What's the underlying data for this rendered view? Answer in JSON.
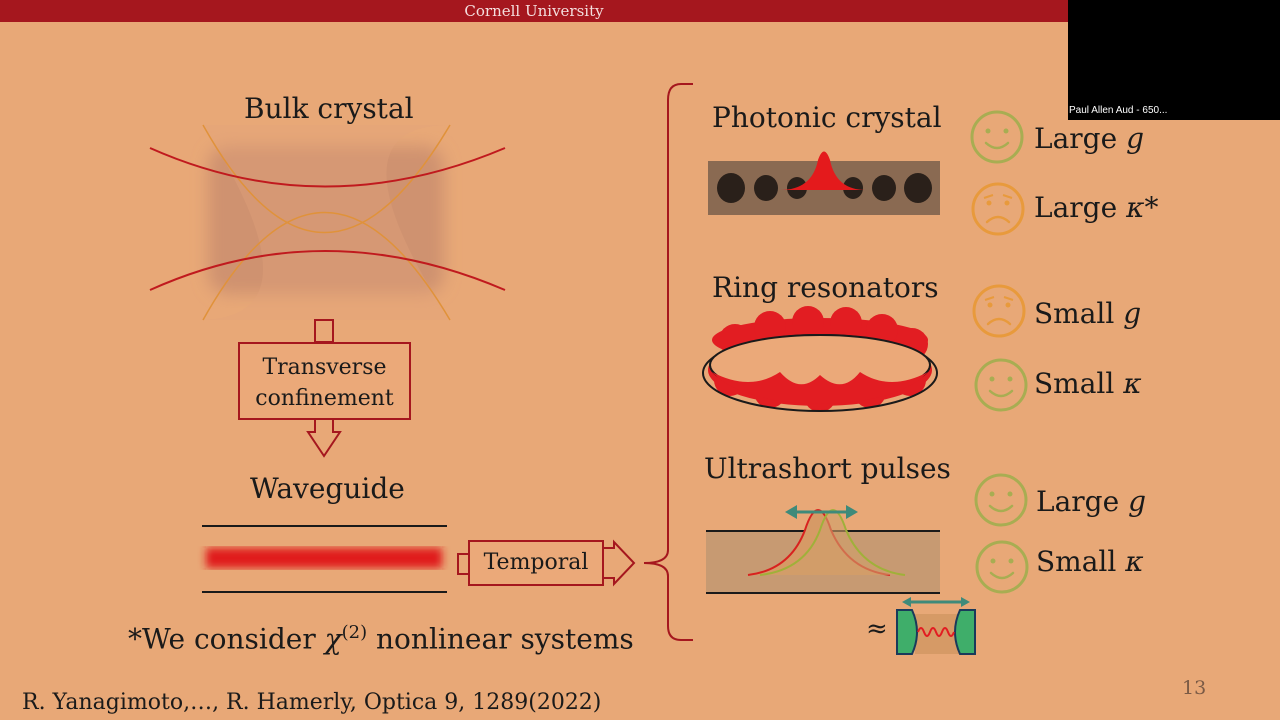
{
  "header": {
    "institution": "Cornell University"
  },
  "webcam": {
    "participant_label": "Paul Allen Aud - 650..."
  },
  "left": {
    "bulk_title": "Bulk crystal",
    "transverse_line1": "Transverse",
    "transverse_line2": "confinement",
    "waveguide_title": "Waveguide",
    "temporal_label": "Temporal"
  },
  "right": {
    "photonic_title": "Photonic crystal",
    "ring_title": "Ring resonators",
    "pulses_title": "Ultrashort pulses",
    "approx_symbol": "≈"
  },
  "ratings": [
    {
      "face": "happy",
      "color": "#a8ad52",
      "text": "Large ",
      "sym": "g"
    },
    {
      "face": "sad",
      "color": "#e89a3c",
      "text": "Large ",
      "sym": "κ*"
    },
    {
      "face": "sad",
      "color": "#e89a3c",
      "text": "Small ",
      "sym": "g"
    },
    {
      "face": "happy",
      "color": "#a8ad52",
      "text": "Small ",
      "sym": "κ"
    },
    {
      "face": "happy",
      "color": "#a8ad52",
      "text": "Large ",
      "sym": "g"
    },
    {
      "face": "happy",
      "color": "#a8ad52",
      "text": "Small ",
      "sym": "κ"
    }
  ],
  "footnote": {
    "prefix": "*We consider ",
    "chi": "χ",
    "sup": "(2)",
    "suffix": " nonlinear systems"
  },
  "citation": "R. Yanagimoto,…, R. Hamerly, Optica 9, 1289(2022)",
  "page_number": "13",
  "colors": {
    "accent_red": "#a5171e",
    "beam_red": "#d8221f",
    "background": "#e8a877"
  }
}
